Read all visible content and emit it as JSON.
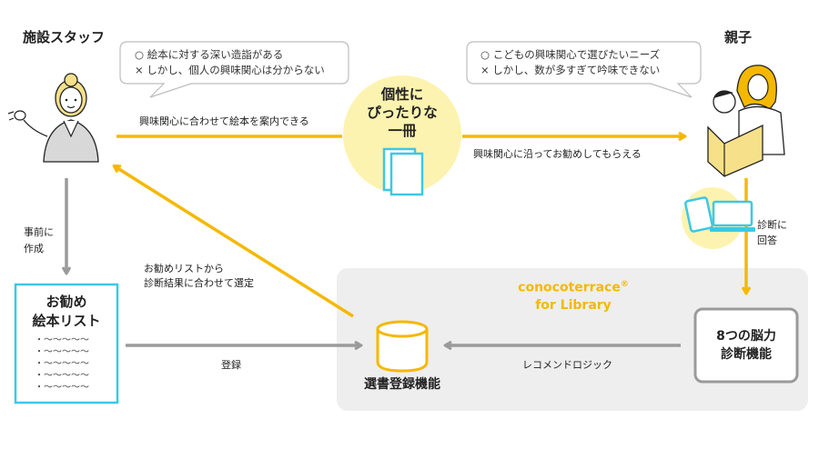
{
  "staff": {
    "title": "施設スタッフ",
    "bubble": [
      "○ 絵本に対する深い造詣がある",
      "× しかし、個人の興味関心は分からない"
    ]
  },
  "parent": {
    "title": "親子",
    "bubble": [
      "○ こどもの興味関心で選びたいニーズ",
      "× しかし、数が多すぎて吟味できない"
    ]
  },
  "center": {
    "text": [
      "個性に",
      "ぴったりな",
      "一冊"
    ]
  },
  "arrows": {
    "staff_to_center": "興味関心に合わせて絵本を案内できる",
    "center_to_parent": "興味関心に沿ってお勧めしてもらえる",
    "prepare": [
      "事前に",
      "作成"
    ],
    "answer": [
      "診断に",
      "回答"
    ],
    "select": [
      "お勧めリストから",
      "診断結果に合わせて選定"
    ],
    "register": "登録",
    "logic": "レコメンドロジック"
  },
  "list_card": {
    "title": [
      "お勧め",
      "絵本リスト"
    ],
    "lines": [
      "・〜〜〜〜〜",
      "・〜〜〜〜〜",
      "・〜〜〜〜〜",
      "・〜〜〜〜〜",
      "・〜〜〜〜〜"
    ]
  },
  "service": {
    "name": "conocoterrace",
    "reg": "®",
    "sub": "for Library"
  },
  "db_label": "選書登録機能",
  "diagnosis_box": [
    "8つの脳力",
    "診断機能"
  ],
  "colors": {
    "yellow": "#f5b800",
    "pale_yellow": "#fdf3b0",
    "gray_arrow": "#9a9a9a",
    "panel": "#eeeeee",
    "cyan": "#3cc8e6",
    "brand": "#f5b800"
  }
}
